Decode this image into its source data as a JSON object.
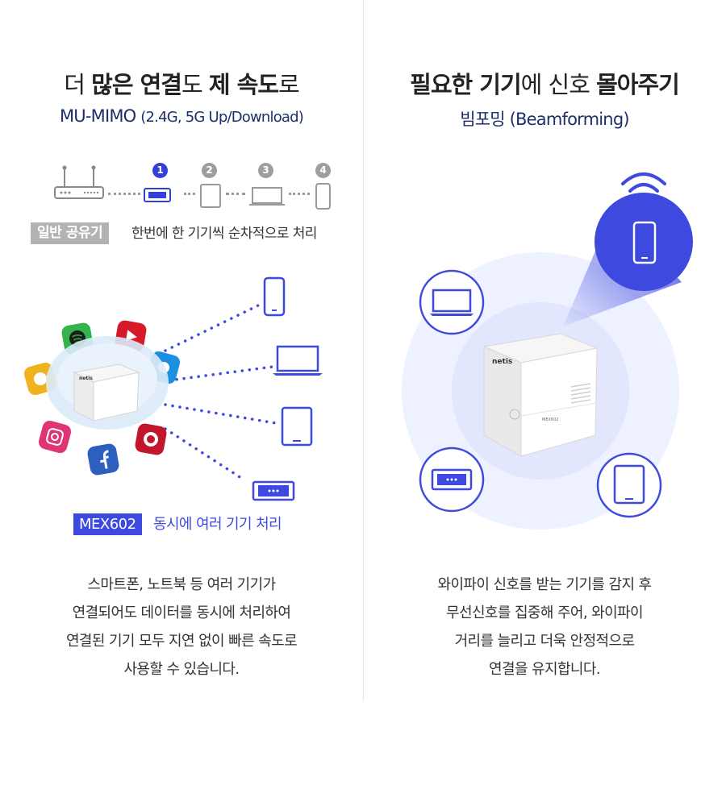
{
  "left": {
    "title_bold_1": "많은 연결",
    "title_pre": "더 ",
    "title_mid": "도 ",
    "title_bold_2": "제 속도",
    "title_post": "로",
    "subtitle_main": "MU-MIMO ",
    "subtitle_small": "(2.4G, 5G Up/Download)",
    "sequence_numbers": [
      "1",
      "2",
      "3",
      "4"
    ],
    "normal_sharer_tag": "일반 공유기",
    "normal_sharer_text": "한번에 한 기기씩 순차적으로 처리",
    "model_tag": "MEX602",
    "model_text": "동시에 여러 기기 처리",
    "device_label": "netis",
    "body_lines": [
      "스마트폰, 노트북 등 여러 기기가",
      "연결되어도 데이터를 동시에 처리하여",
      "연결된 기기 모두 지연 없이 빠른 속도로",
      "사용할 수 있습니다."
    ]
  },
  "right": {
    "title_bold_1": "필요한 기기",
    "title_mid": "에 신호 ",
    "title_bold_2": "몰아주기",
    "subtitle": "빔포밍 (Beamforming)",
    "device_label": "netis",
    "device_model": "MEX602",
    "body_lines": [
      "와이파이 신호를 받는 기기를 감지 후",
      "무선신호를 집중해 주어, 와이파이",
      "거리를 늘리고 더욱 안정적으로",
      "연결을 유지합니다."
    ]
  },
  "colors": {
    "accent_blue": "#3d49df",
    "navy": "#1d2f6b",
    "gray_tag": "#b3b3b3",
    "halo": "#eef1ff"
  },
  "icons": {
    "app_icons": [
      "snapchat-icon",
      "spotify-icon",
      "youtube-icon",
      "twitter-icon",
      "instagram-icon",
      "facebook-icon",
      "pinterest-icon"
    ],
    "devices": [
      "router-icon",
      "mex-device-icon",
      "tablet-icon",
      "laptop-icon",
      "phone-icon",
      "wifi-icon"
    ]
  }
}
